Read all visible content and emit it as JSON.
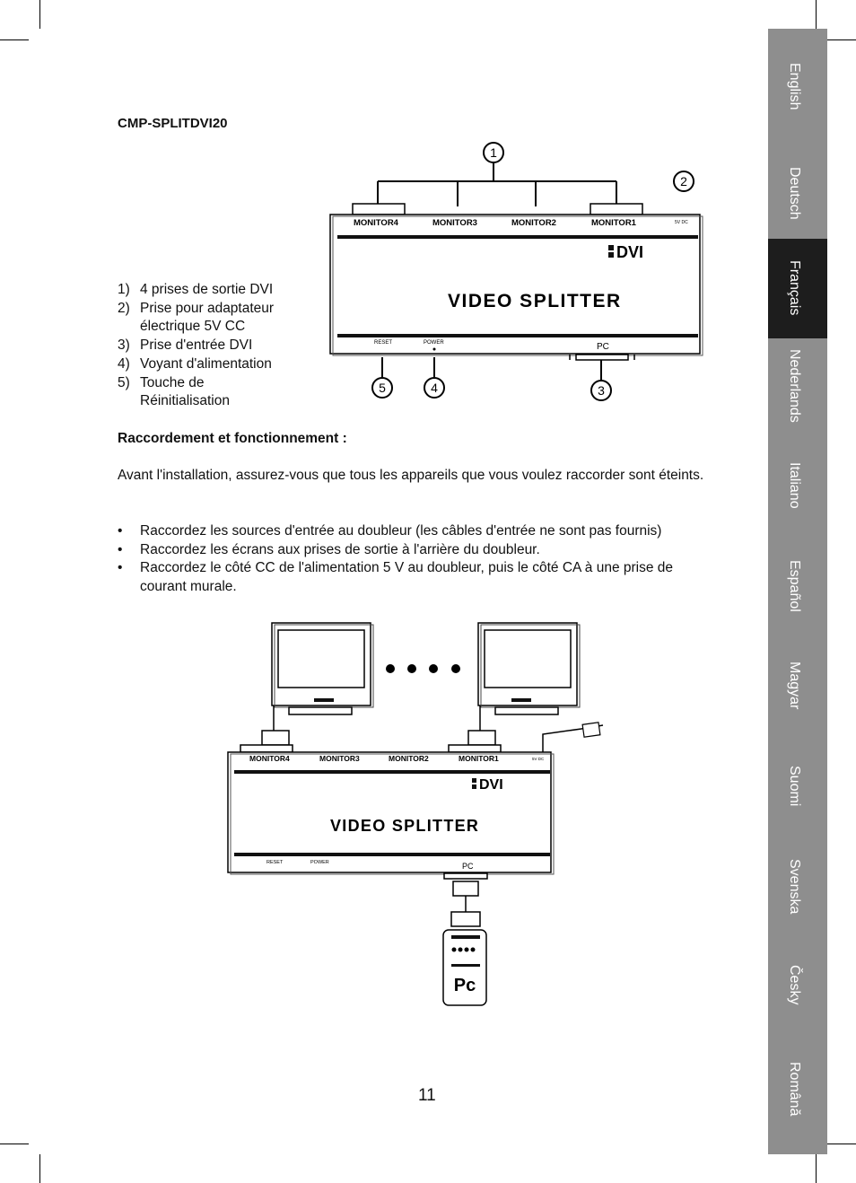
{
  "model": "CMP-SPLITDVI20",
  "features": [
    {
      "num": "1)",
      "text": "4 prises de sortie DVI"
    },
    {
      "num": "2)",
      "text": "Prise pour adaptateur électrique 5V CC"
    },
    {
      "num": "3)",
      "text": "Prise d'entrée DVI"
    },
    {
      "num": "4)",
      "text": "Voyant d'alimentation"
    },
    {
      "num": "5)",
      "text": "Touche de Réinitialisation"
    }
  ],
  "section_heading": "Raccordement et fonctionnement :",
  "intro": "Avant l'installation, assurez-vous que tous les appareils que vous voulez raccorder sont éteints.",
  "bullets": [
    "Raccordez les sources d'entrée au doubleur (les câbles d'entrée ne sont pas fournis)",
    "Raccordez les écrans aux prises de sortie à l'arrière du doubleur.",
    "Raccordez le côté CC de l'alimentation 5 V au doubleur, puis le côté CA à une prise de courant murale."
  ],
  "device": {
    "ports": [
      "MONITOR4",
      "MONITOR3",
      "MONITOR2",
      "MONITOR1"
    ],
    "power_in": "5V DC",
    "logo": "DVI",
    "title": "VIDEO SPLITTER",
    "reset": "RESET",
    "power": "POWER",
    "pc": "PC"
  },
  "callouts": [
    "1",
    "2",
    "3",
    "4",
    "5"
  ],
  "pc_label": "Pc",
  "page_number": "11",
  "languages": [
    "English",
    "Deutsch",
    "Français",
    "Nederlands",
    "Italiano",
    "Español",
    "Magyar",
    "Suomi",
    "Svenska",
    "Česky",
    "Română"
  ],
  "active_language": "Français",
  "colors": {
    "tab_bg": "#8e8e8e",
    "tab_active": "#1d1d1d",
    "tab_text": "#ffffff"
  }
}
